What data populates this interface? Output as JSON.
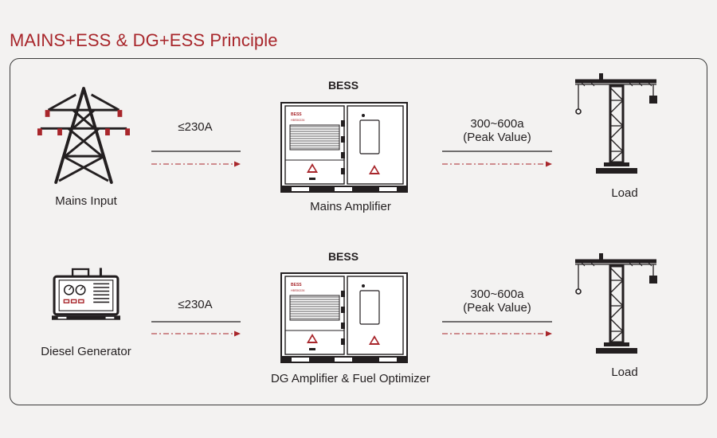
{
  "title": "MAINS+ESS & DG+ESS Principle",
  "colors": {
    "accent": "#a8262b",
    "ink": "#231f20",
    "background": "#f3f2f1"
  },
  "rows": [
    {
      "source_label": "Mains Input",
      "source_icon": "power-tower-icon",
      "input_limit": "≤230A",
      "bess_label": "BESS",
      "bess_brand": "BESS",
      "bess_model": "HBS50226",
      "device_label": "Mains Amplifier",
      "output_line1": "300~600a",
      "output_line2": "(Peak Value)",
      "load_label": "Load",
      "load_icon": "tower-crane-icon"
    },
    {
      "source_label": "Diesel Generator",
      "source_icon": "diesel-generator-icon",
      "input_limit": "≤230A",
      "bess_label": "BESS",
      "bess_brand": "BESS",
      "bess_model": "HBS50226",
      "device_label": "DG Amplifier & Fuel Optimizer",
      "output_line1": "300~600a",
      "output_line2": "(Peak Value)",
      "load_label": "Load",
      "load_icon": "tower-crane-icon"
    }
  ]
}
